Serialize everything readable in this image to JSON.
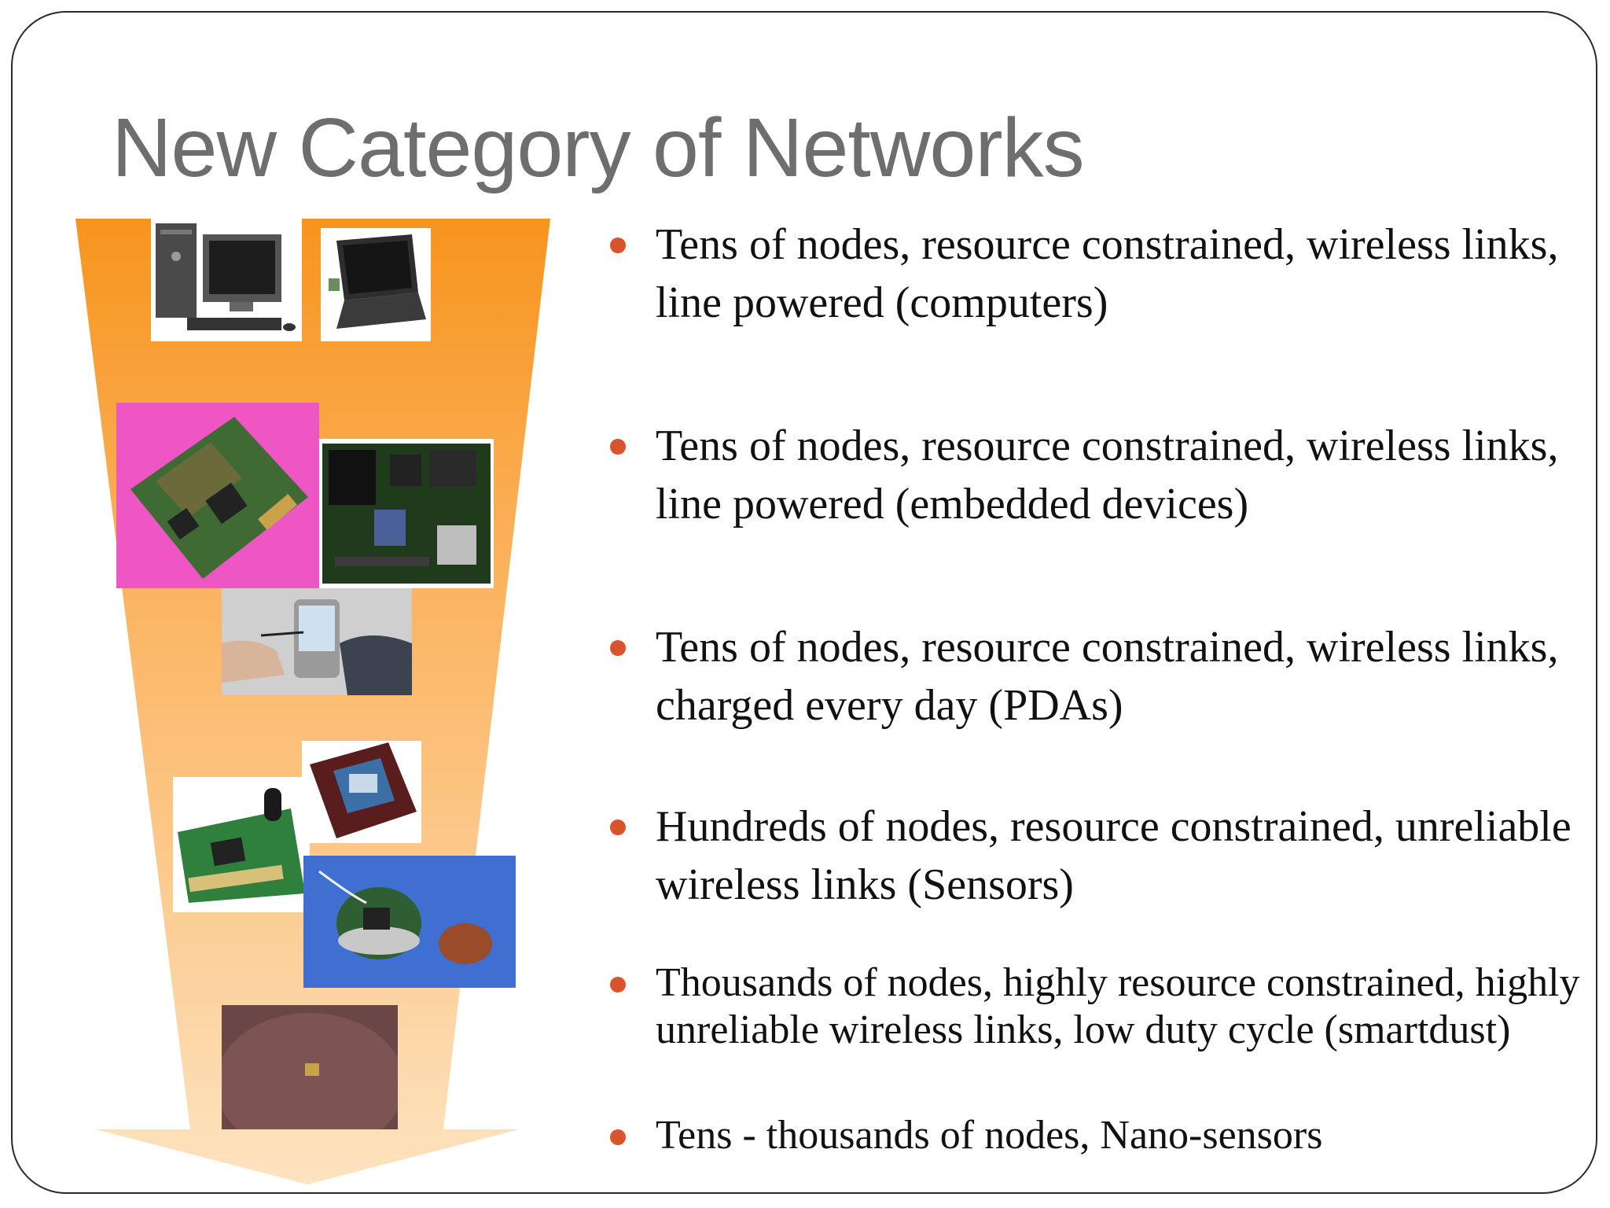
{
  "slide": {
    "title": "New Category of Networks"
  },
  "bullets": [
    {
      "text": "Tens of nodes, resource constrained, wireless links, line powered (computers)"
    },
    {
      "text": "Tens of nodes, resource constrained, wireless links, line powered (embedded devices)"
    },
    {
      "text": "Tens of nodes, resource constrained, wireless links, charged every day (PDAs)"
    },
    {
      "text": "Hundreds of nodes, resource constrained, unreliable wireless links (Sensors)"
    },
    {
      "text": "Thousands of nodes, highly resource constrained, highly unreliable wireless links, low duty cycle (smartdust)"
    },
    {
      "text": "Tens - thousands of nodes,  Nano-sensors"
    }
  ],
  "colors": {
    "bullet": "#d9542b",
    "title": "#6e6e6e",
    "funnel_top": "#f7941d",
    "funnel_bottom": "#fde3c0"
  },
  "images": [
    {
      "icon": "desktop-computer-icon"
    },
    {
      "icon": "laptop-icon"
    },
    {
      "icon": "embedded-board-pink-icon"
    },
    {
      "icon": "embedded-board-icon"
    },
    {
      "icon": "pda-icon"
    },
    {
      "icon": "sensor-board-icon"
    },
    {
      "icon": "sensor-node-icon"
    },
    {
      "icon": "sensor-coin-icon"
    },
    {
      "icon": "smartdust-icon"
    }
  ]
}
